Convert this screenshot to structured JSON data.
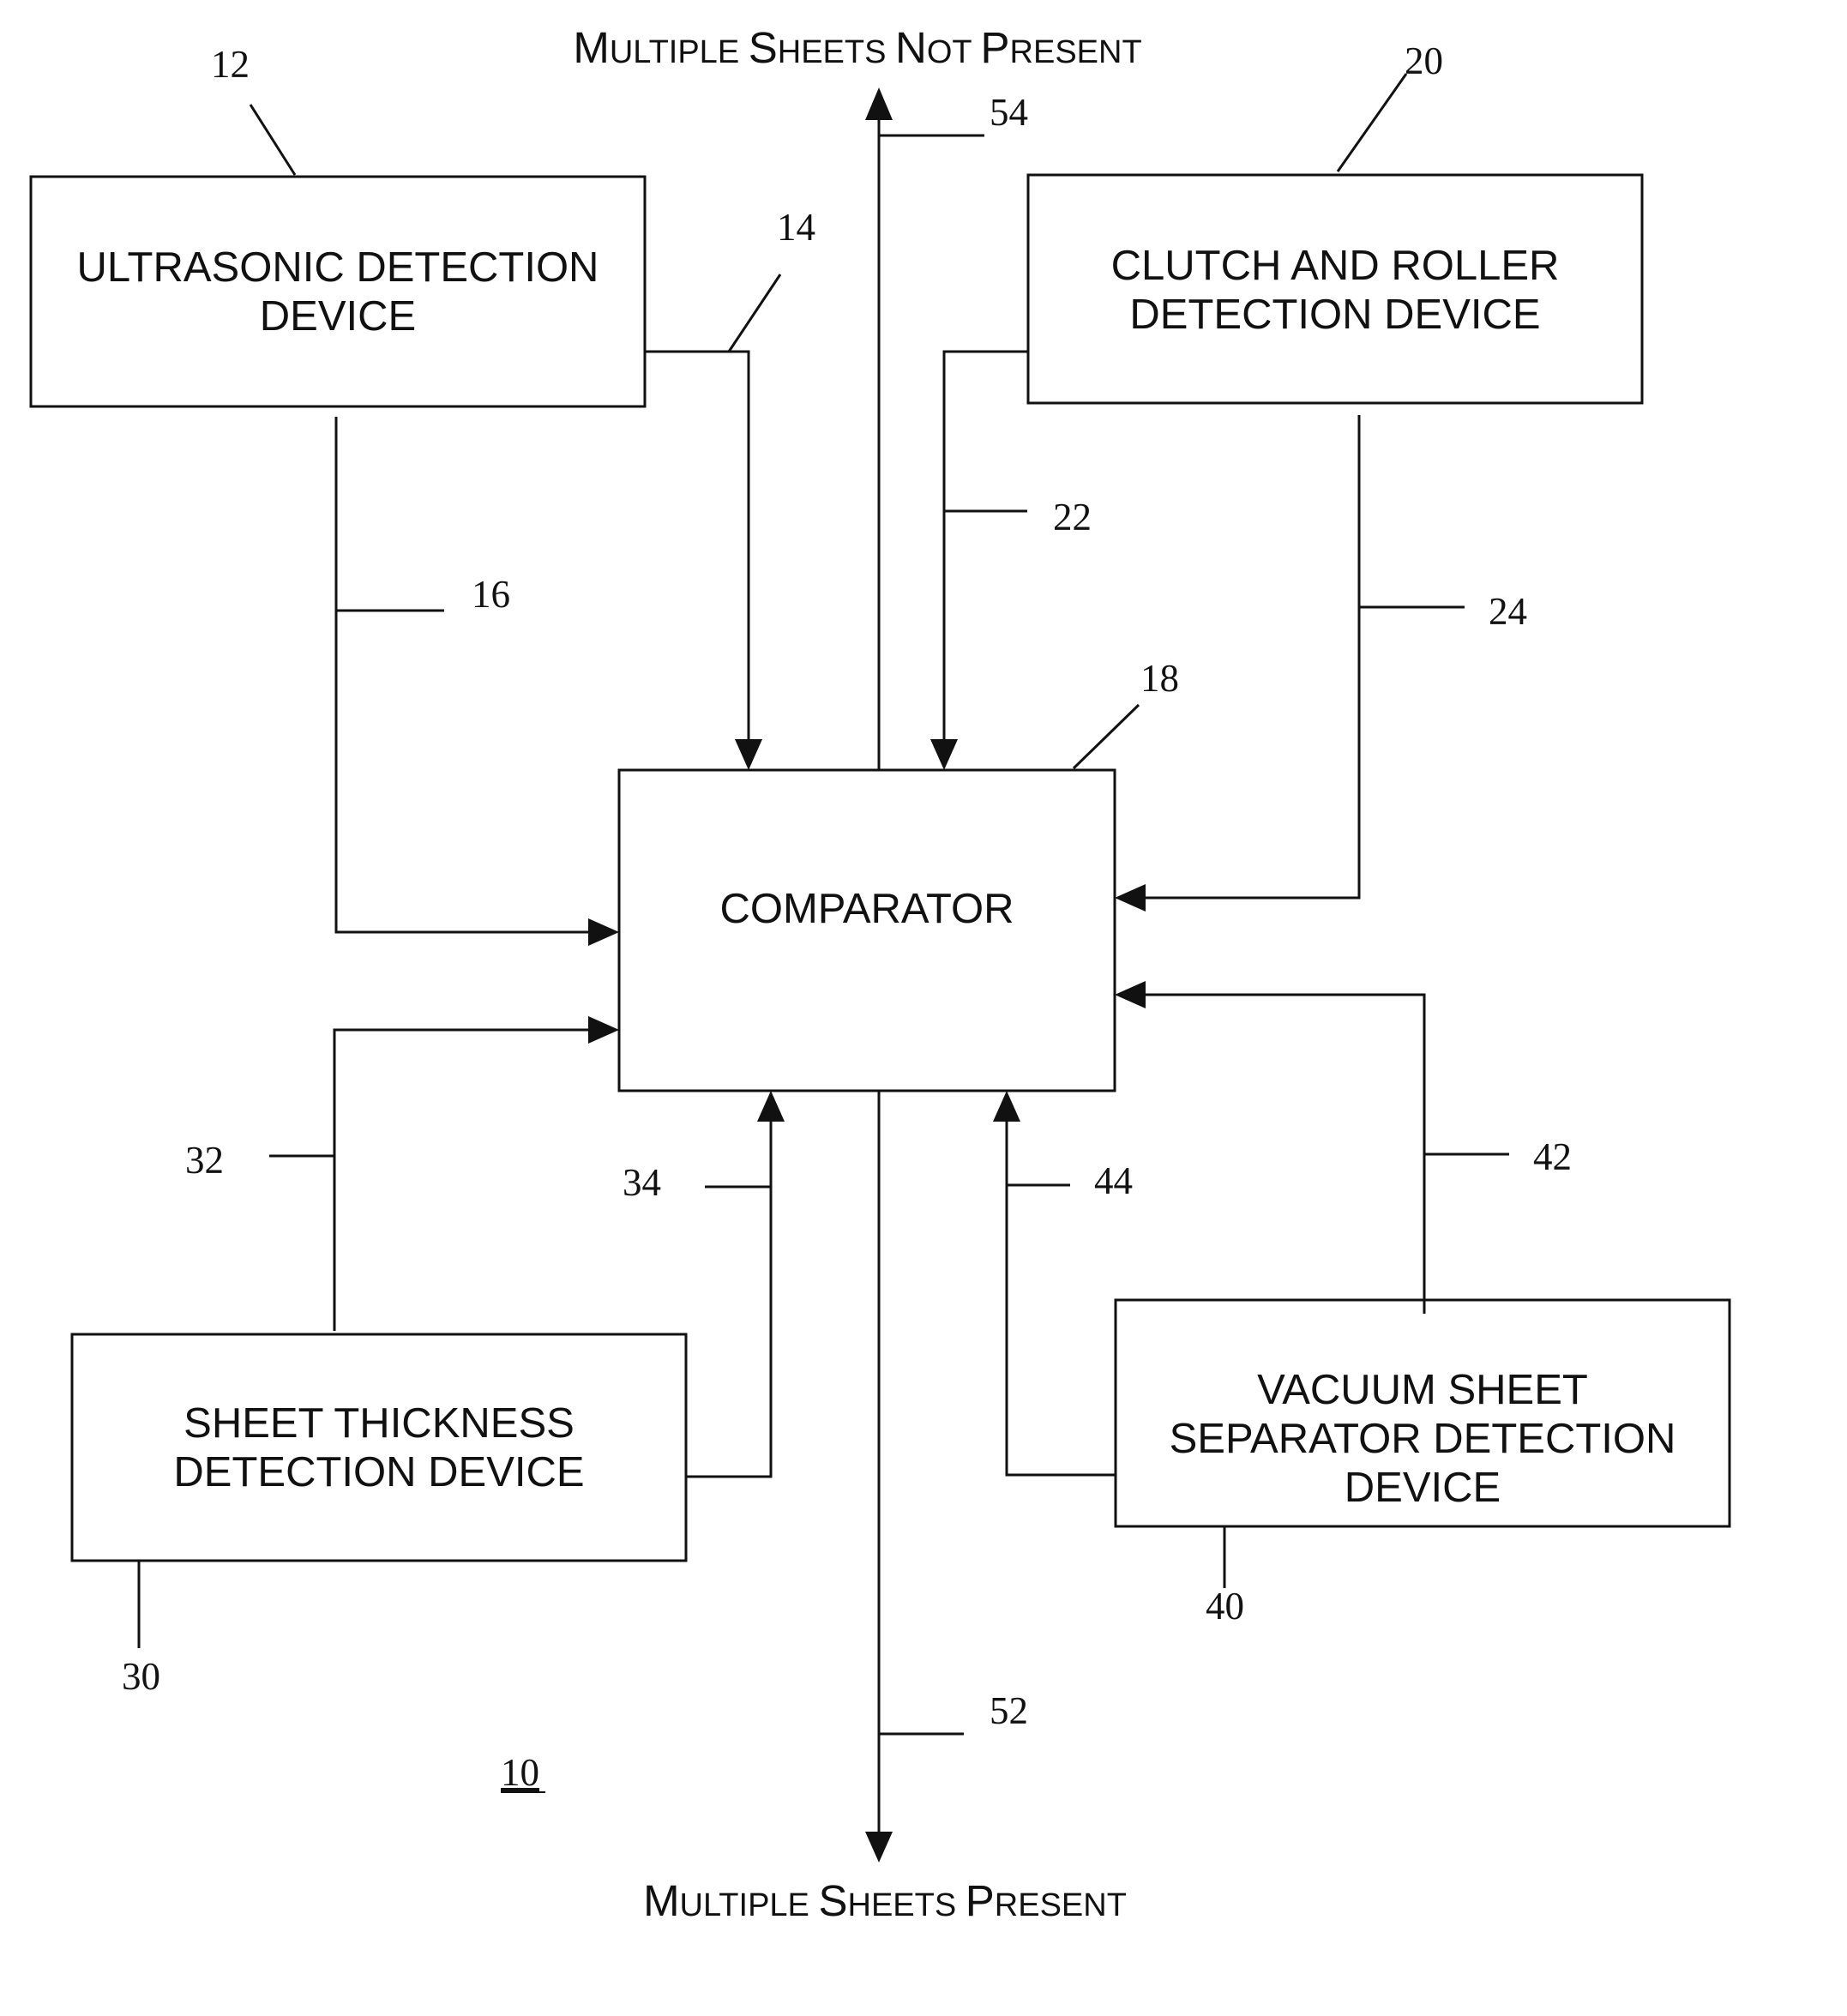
{
  "outputs": {
    "top_label": "MULTIPLE SHEETS NOT PRESENT",
    "bottom_label": "MULTIPLE SHEETS PRESENT"
  },
  "blocks": {
    "ultrasonic": {
      "lines": [
        "ULTRASONIC DETECTION",
        "DEVICE"
      ],
      "ref": "12"
    },
    "clutch": {
      "lines": [
        "CLUTCH AND ROLLER",
        "DETECTION DEVICE"
      ],
      "ref": "20"
    },
    "comparator": {
      "lines": [
        "COMPARATOR"
      ],
      "ref": "18"
    },
    "thickness": {
      "lines": [
        "SHEET THICKNESS",
        "DETECTION DEVICE"
      ],
      "ref": "30"
    },
    "vacuum": {
      "lines": [
        "VACUUM SHEET",
        "SEPARATOR DETECTION",
        "DEVICE"
      ],
      "ref": "40"
    }
  },
  "signals": {
    "s14": "14",
    "s16": "16",
    "s22": "22",
    "s24": "24",
    "s32": "32",
    "s34": "34",
    "s42": "42",
    "s44": "44",
    "s52": "52",
    "s54": "54"
  },
  "figure_ref": "10"
}
